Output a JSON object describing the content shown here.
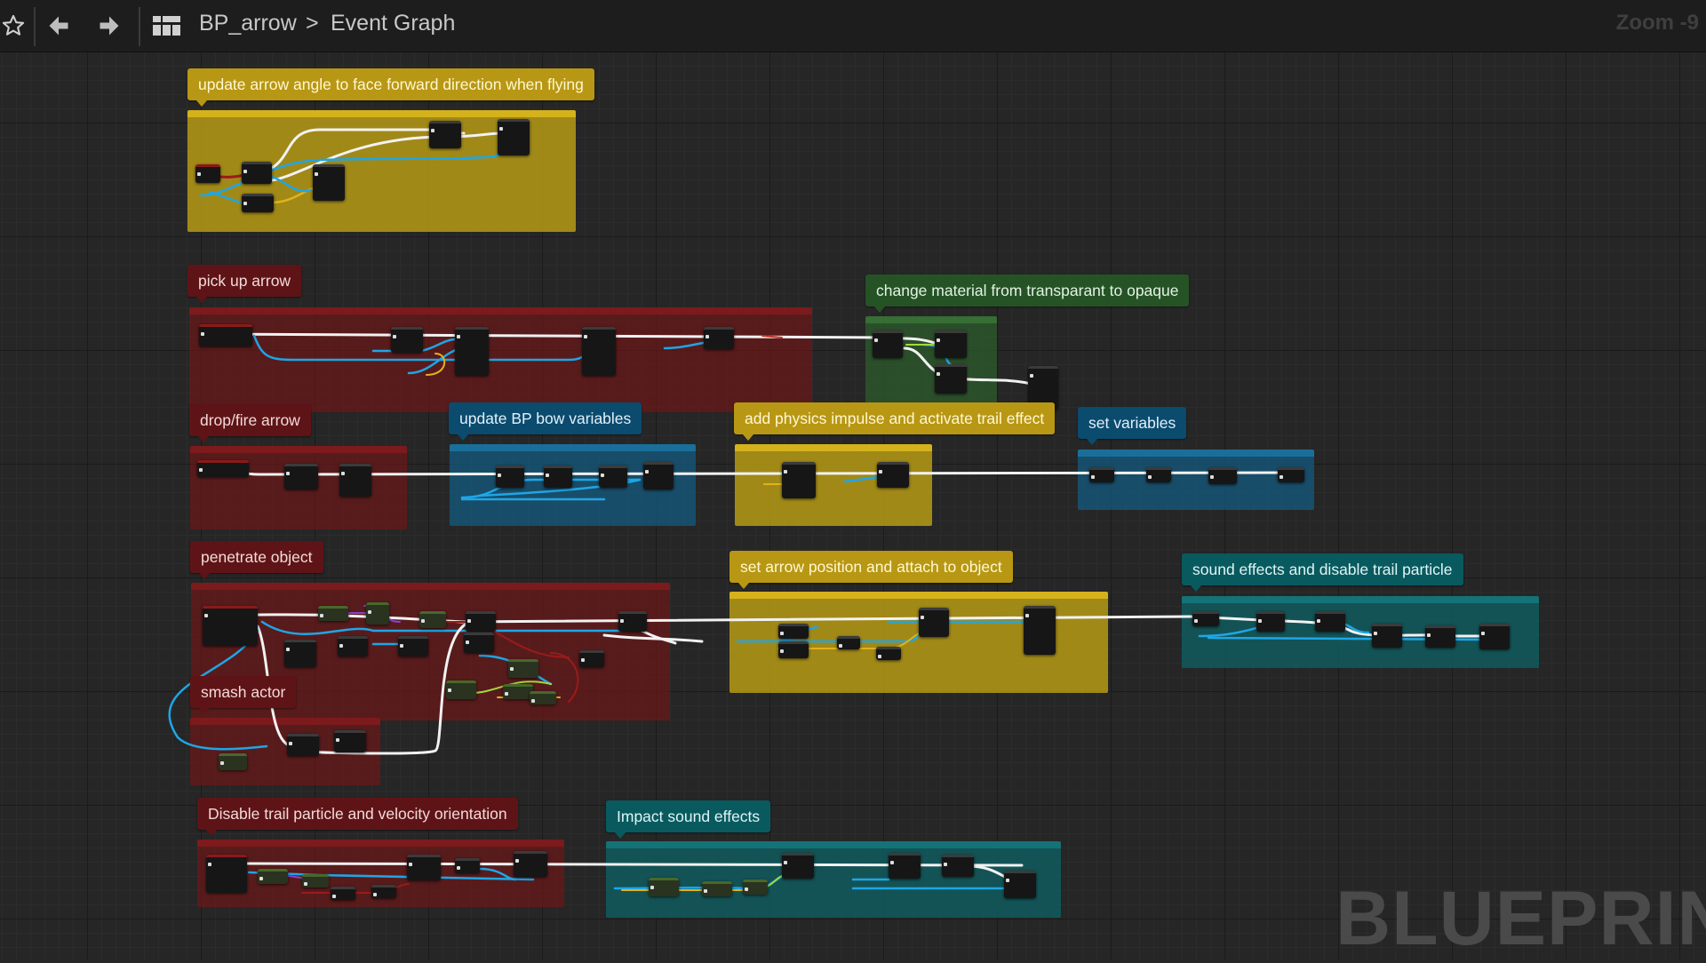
{
  "toolbar": {
    "blueprint_name": "BP_arrow",
    "separator": ">",
    "graph_name": "Event Graph",
    "zoom": "Zoom -9",
    "icons": [
      "star-icon",
      "back-arrow-icon",
      "forward-arrow-icon",
      "graph-grid-icon"
    ]
  },
  "comments": [
    {
      "id": "update_angle",
      "label": "update arrow angle to face forward direction when flying",
      "color": "yellow"
    },
    {
      "id": "pick_up",
      "label": "pick up arrow",
      "color": "red"
    },
    {
      "id": "change_material",
      "label": "change material from transparant to opaque",
      "color": "green"
    },
    {
      "id": "drop_fire",
      "label": "drop/fire arrow",
      "color": "red"
    },
    {
      "id": "update_bow",
      "label": "update BP bow variables",
      "color": "blue"
    },
    {
      "id": "physics",
      "label": "add physics impulse and activate trail effect",
      "color": "yellow"
    },
    {
      "id": "set_vars",
      "label": "set variables",
      "color": "blue"
    },
    {
      "id": "penetrate",
      "label": "penetrate object",
      "color": "red"
    },
    {
      "id": "set_position",
      "label": "set arrow position and attach to object",
      "color": "yellow"
    },
    {
      "id": "sound_disable",
      "label": "sound effects and disable trail particle",
      "color": "teal"
    },
    {
      "id": "smash",
      "label": "smash actor",
      "color": "red"
    },
    {
      "id": "disable_trail",
      "label": "Disable trail particle and velocity orientation",
      "color": "red"
    },
    {
      "id": "impact_sound",
      "label": "Impact sound effects",
      "color": "teal"
    }
  ],
  "watermark": "BLUEPRINT",
  "colors": {
    "exec_wire": "#f2f2f2",
    "object_wire": "#1ea6e6",
    "float_wire": "#a3d93a",
    "bool_wire": "#9c1a1a",
    "struct_wire": "#e2b21a",
    "purple_wire": "#8a3fd0"
  }
}
